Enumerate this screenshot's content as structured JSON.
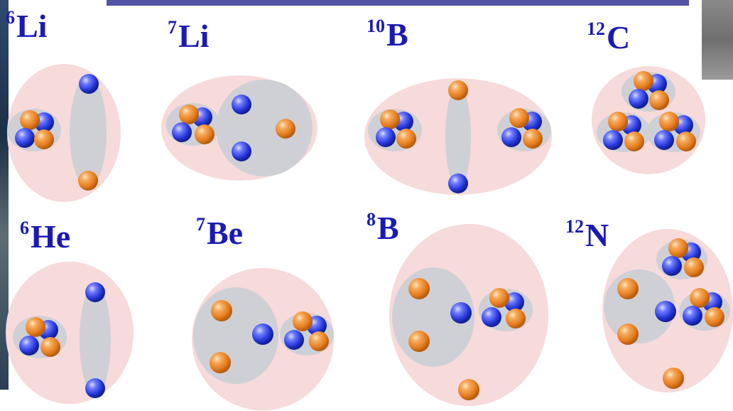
{
  "colors": {
    "outer": "#f7dada",
    "inner": "#cfd0d6",
    "proton": "#2e43e8",
    "neutron": "#ee8b2a",
    "label": "#1a1ab4"
  },
  "icons": {
    "proton": "proton-sphere-icon",
    "neutron": "neutron-sphere-icon"
  },
  "nuclei": [
    {
      "id": "li6",
      "mass": "6",
      "symbol": "Li"
    },
    {
      "id": "li7",
      "mass": "7",
      "symbol": "Li"
    },
    {
      "id": "b10",
      "mass": "10",
      "symbol": "B"
    },
    {
      "id": "c12",
      "mass": "12",
      "symbol": "C"
    },
    {
      "id": "he6",
      "mass": "6",
      "symbol": "He"
    },
    {
      "id": "be7",
      "mass": "7",
      "symbol": "Be"
    },
    {
      "id": "b8",
      "mass": "8",
      "symbol": "B"
    },
    {
      "id": "n12",
      "mass": "12",
      "symbol": "N"
    }
  ]
}
